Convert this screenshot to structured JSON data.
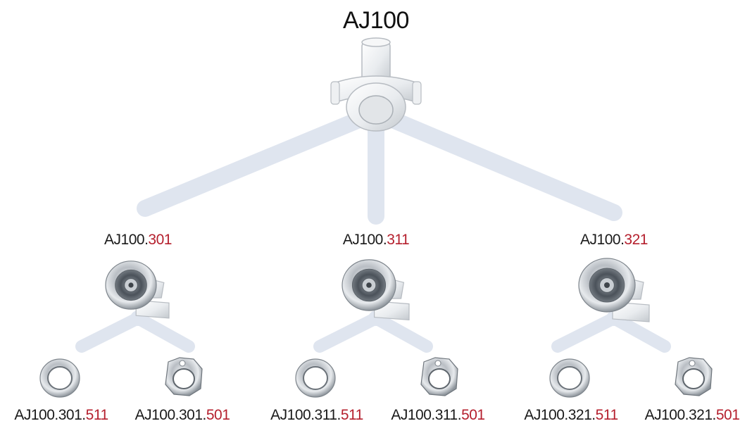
{
  "colors": {
    "connector": "#dfe5ef",
    "suffix": "#b5202e",
    "text": "#1a1a1a"
  },
  "root": {
    "label": "AJ100",
    "icon": "jet-body-icon"
  },
  "mid_nodes": [
    {
      "prefix": "AJ100.",
      "suffix": "301",
      "icon": "jet-nozzle-icon",
      "children": [
        {
          "prefix": "AJ100.301.",
          "suffix": "511",
          "icon": "flat-ring-icon"
        },
        {
          "prefix": "AJ100.301.",
          "suffix": "501",
          "icon": "notched-ring-icon"
        }
      ]
    },
    {
      "prefix": "AJ100.",
      "suffix": "311",
      "icon": "jet-nozzle-icon",
      "children": [
        {
          "prefix": "AJ100.311.",
          "suffix": "511",
          "icon": "flat-ring-icon"
        },
        {
          "prefix": "AJ100.311.",
          "suffix": "501",
          "icon": "notched-ring-icon"
        }
      ]
    },
    {
      "prefix": "AJ100.",
      "suffix": "321",
      "icon": "jet-nozzle-icon",
      "children": [
        {
          "prefix": "AJ100.321.",
          "suffix": "511",
          "icon": "flat-ring-icon"
        },
        {
          "prefix": "AJ100.321.",
          "suffix": "501",
          "icon": "notched-ring-icon"
        }
      ]
    }
  ]
}
